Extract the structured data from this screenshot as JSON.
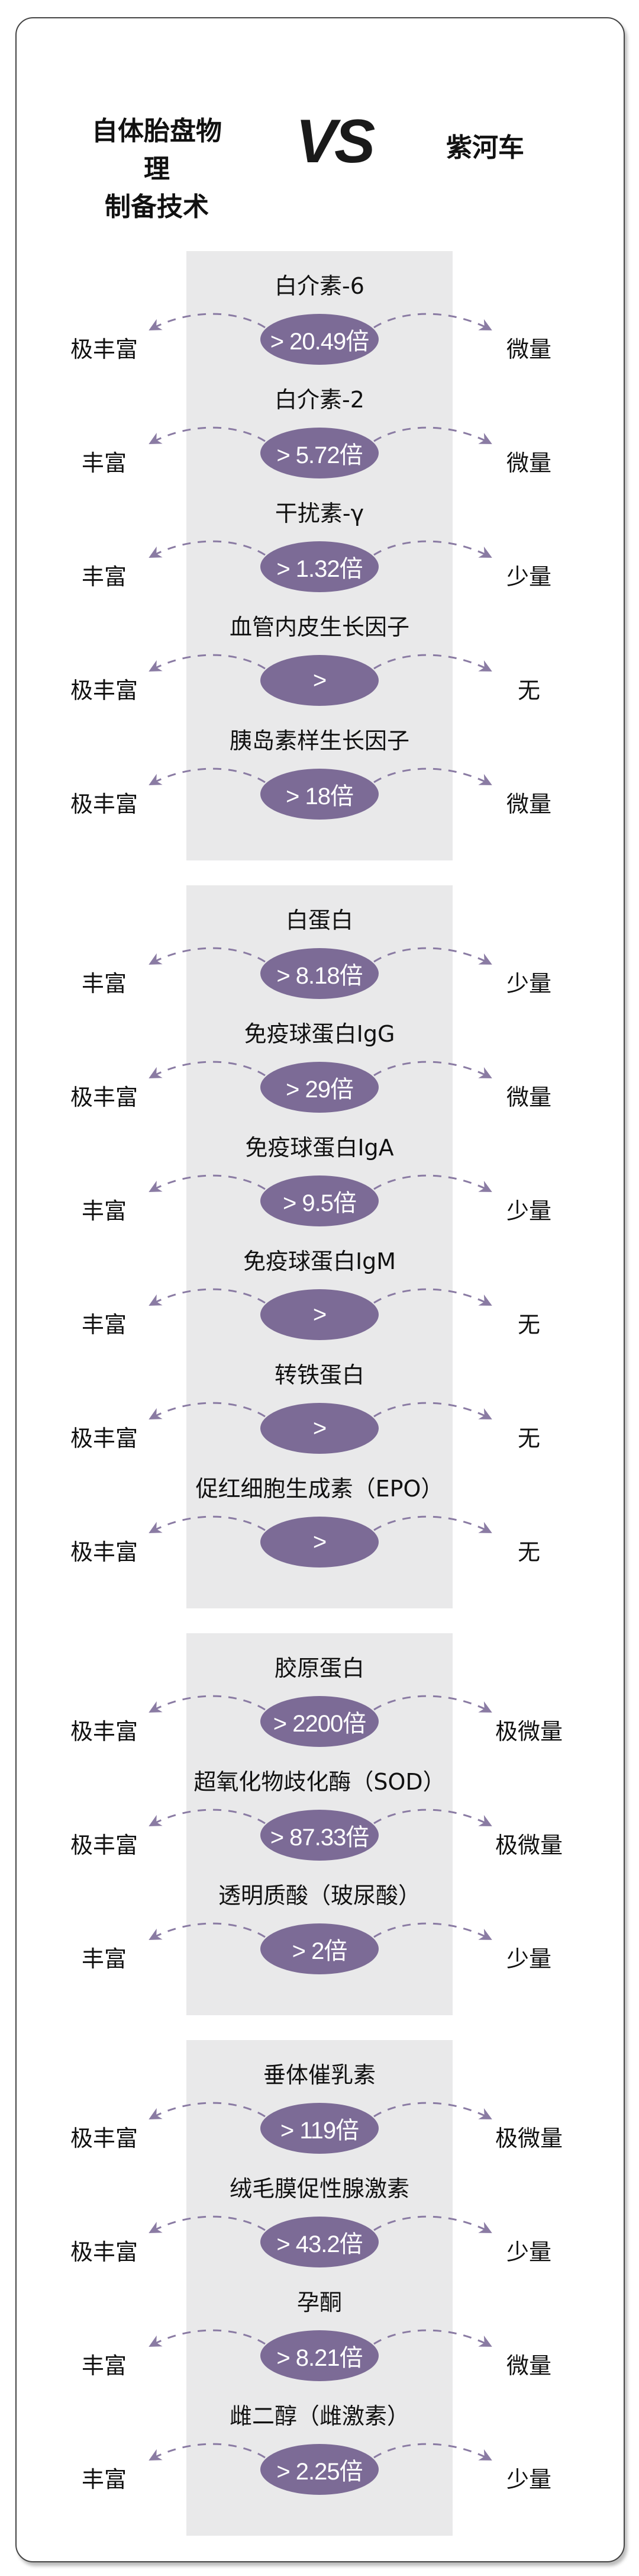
{
  "header": {
    "left_line1": "自体胎盘物理",
    "left_line2": "制备技术",
    "vs": "VS",
    "right": "紫河车"
  },
  "colors": {
    "ellipse": "#7c6b96",
    "panel": "#e9e9ea",
    "arrow": "#8a7ba3"
  },
  "groups": [
    {
      "items": [
        {
          "name": "白介素-6",
          "ratio": "> 20.49倍",
          "left": "极丰富",
          "right": "微量"
        },
        {
          "name": "白介素-2",
          "ratio": "> 5.72倍",
          "left": "丰富",
          "right": "微量"
        },
        {
          "name": "干扰素-γ",
          "ratio": "> 1.32倍",
          "left": "丰富",
          "right": "少量"
        },
        {
          "name": "血管内皮生长因子",
          "ratio": ">",
          "left": "极丰富",
          "right": "无"
        },
        {
          "name": "胰岛素样生长因子",
          "ratio": "> 18倍",
          "left": "极丰富",
          "right": "微量"
        }
      ]
    },
    {
      "items": [
        {
          "name": "白蛋白",
          "ratio": "> 8.18倍",
          "left": "丰富",
          "right": "少量"
        },
        {
          "name": "免疫球蛋白IgG",
          "ratio": "> 29倍",
          "left": "极丰富",
          "right": "微量"
        },
        {
          "name": "免疫球蛋白IgA",
          "ratio": "> 9.5倍",
          "left": "丰富",
          "right": "少量"
        },
        {
          "name": "免疫球蛋白IgM",
          "ratio": ">",
          "left": "丰富",
          "right": "无"
        },
        {
          "name": "转铁蛋白",
          "ratio": ">",
          "left": "极丰富",
          "right": "无"
        },
        {
          "name": "促红细胞生成素（EPO）",
          "ratio": ">",
          "left": "极丰富",
          "right": "无"
        }
      ]
    },
    {
      "items": [
        {
          "name": "胶原蛋白",
          "ratio": "> 2200倍",
          "left": "极丰富",
          "right": "极微量"
        },
        {
          "name": "超氧化物歧化酶（SOD）",
          "ratio": "> 87.33倍",
          "left": "极丰富",
          "right": "极微量"
        },
        {
          "name": "透明质酸（玻尿酸）",
          "ratio": "> 2倍",
          "left": "丰富",
          "right": "少量"
        }
      ]
    },
    {
      "items": [
        {
          "name": "垂体催乳素",
          "ratio": "> 119倍",
          "left": "极丰富",
          "right": "极微量"
        },
        {
          "name": "绒毛膜促性腺激素",
          "ratio": "> 43.2倍",
          "left": "极丰富",
          "right": "少量"
        },
        {
          "name": "孕酮",
          "ratio": "> 8.21倍",
          "left": "丰富",
          "right": "微量"
        },
        {
          "name": "雌二醇（雌激素）",
          "ratio": "> 2.25倍",
          "left": "丰富",
          "right": "少量"
        }
      ]
    }
  ]
}
